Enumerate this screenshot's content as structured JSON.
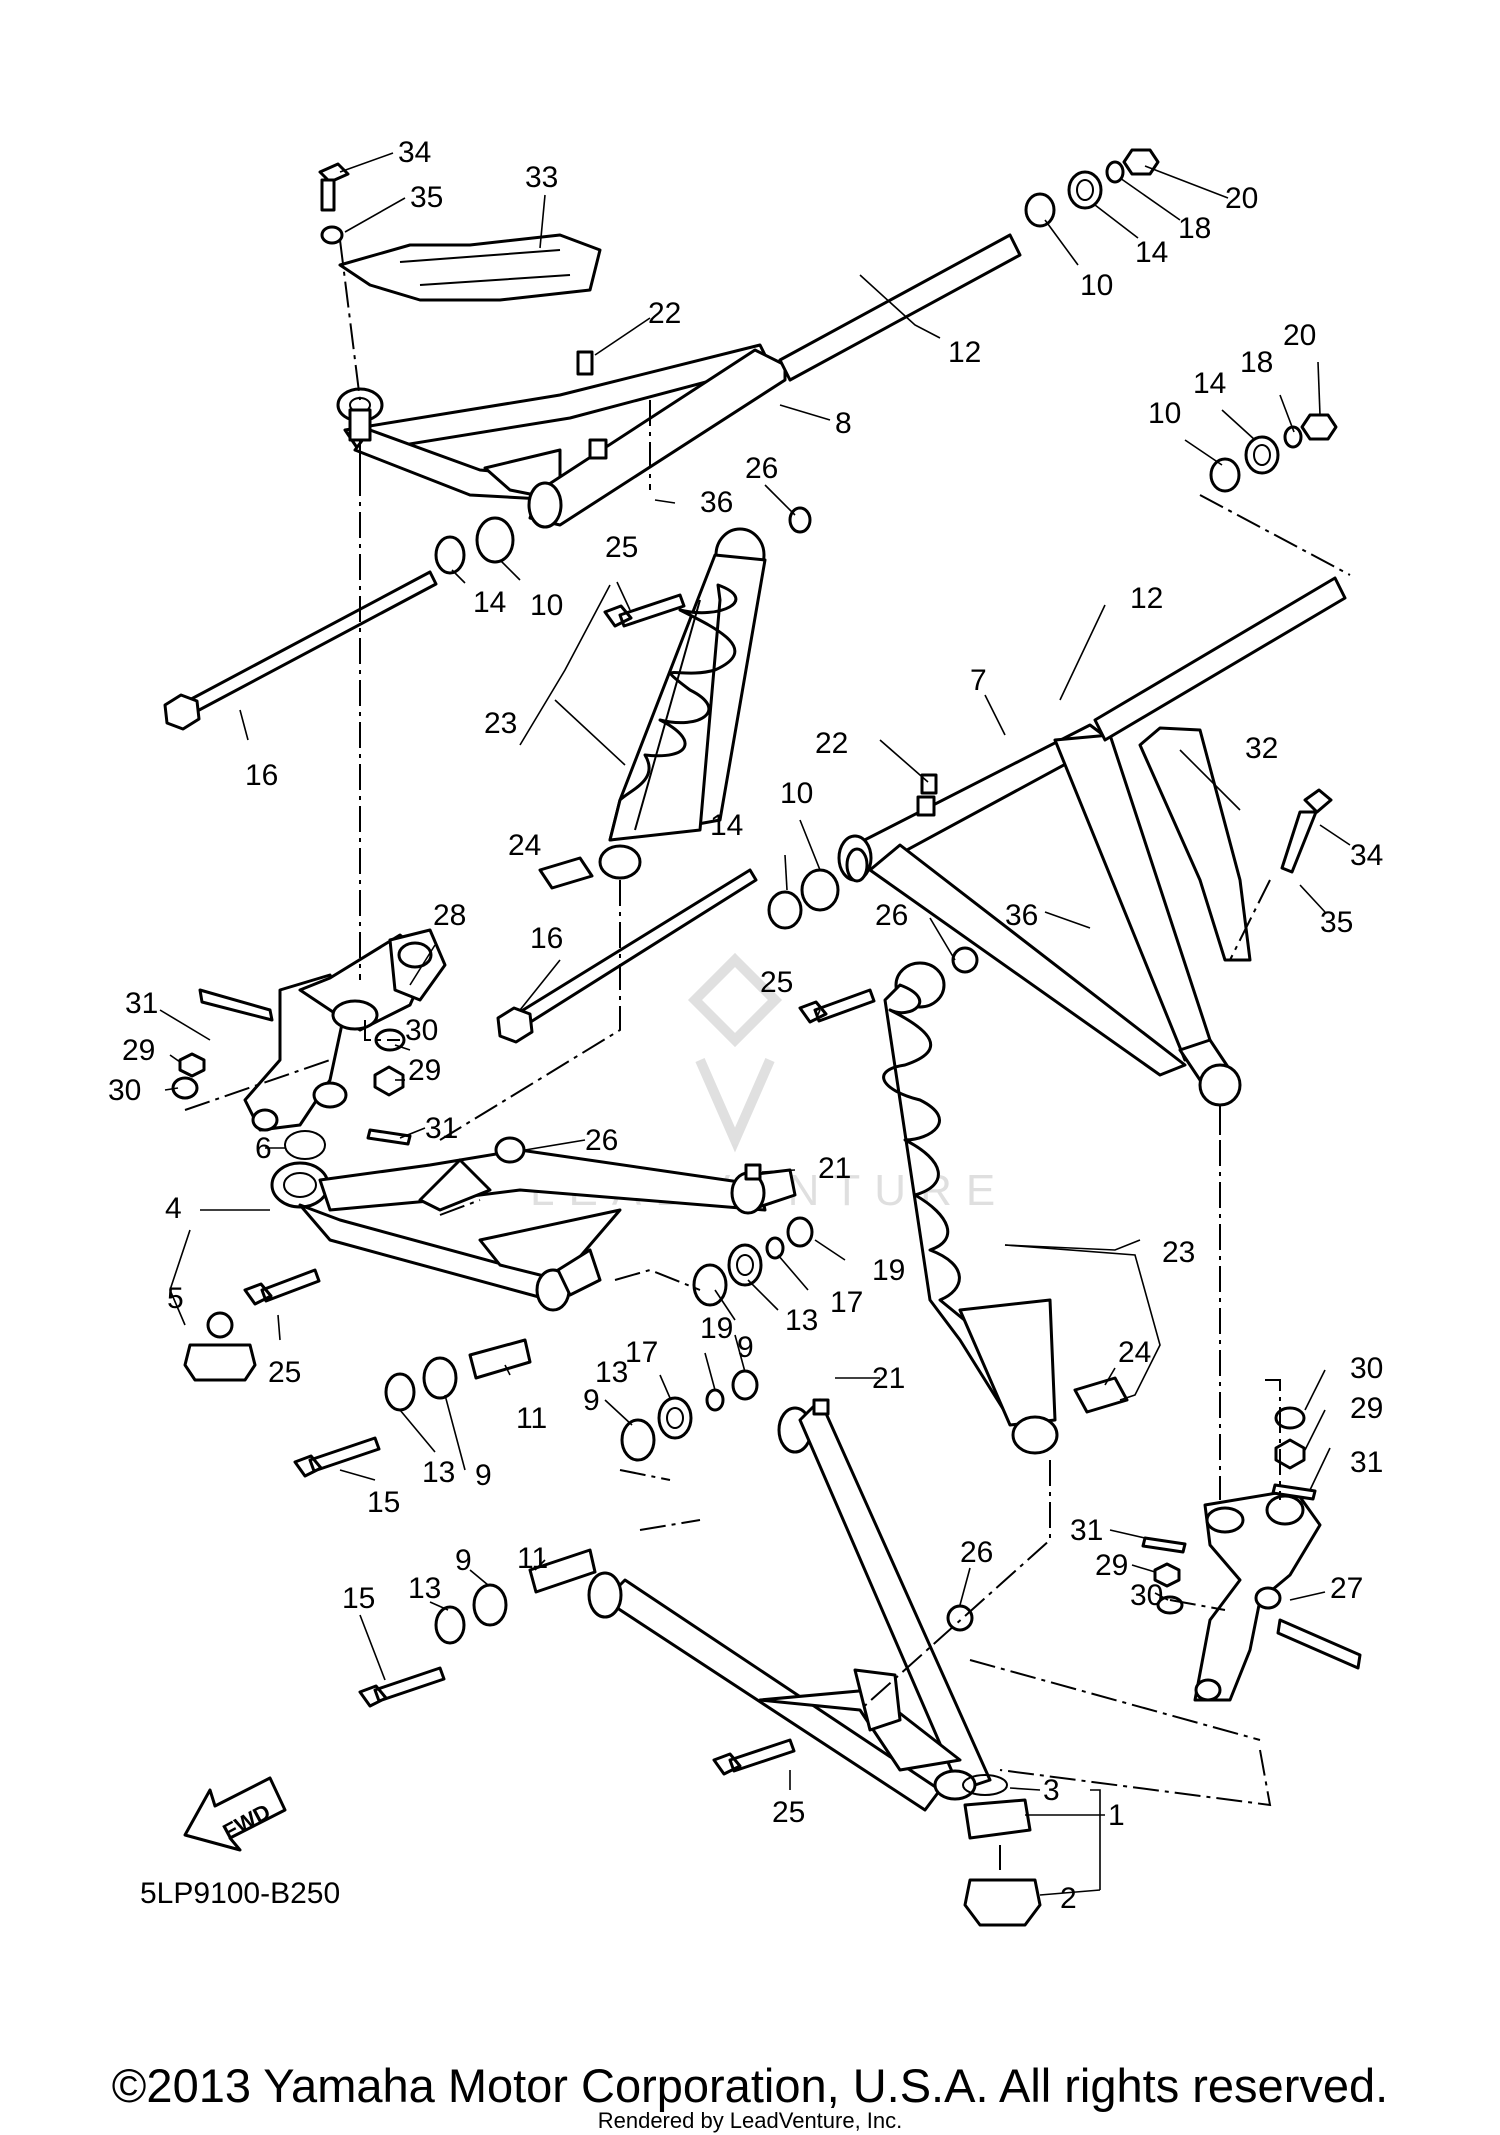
{
  "diagram": {
    "ref_code": "5LP9100-B250",
    "fwd_label": "FWD",
    "watermark_text": "LEADVENTURE",
    "callouts": [
      {
        "n": "34"
      },
      {
        "n": "35"
      },
      {
        "n": "33"
      },
      {
        "n": "22"
      },
      {
        "n": "12"
      },
      {
        "n": "8"
      },
      {
        "n": "20"
      },
      {
        "n": "18"
      },
      {
        "n": "14"
      },
      {
        "n": "10"
      },
      {
        "n": "20"
      },
      {
        "n": "18"
      },
      {
        "n": "14"
      },
      {
        "n": "10"
      },
      {
        "n": "26"
      },
      {
        "n": "36"
      },
      {
        "n": "25"
      },
      {
        "n": "14"
      },
      {
        "n": "10"
      },
      {
        "n": "16"
      },
      {
        "n": "23"
      },
      {
        "n": "24"
      },
      {
        "n": "12"
      },
      {
        "n": "7"
      },
      {
        "n": "22"
      },
      {
        "n": "32"
      },
      {
        "n": "10"
      },
      {
        "n": "14"
      },
      {
        "n": "34"
      },
      {
        "n": "35"
      },
      {
        "n": "36"
      },
      {
        "n": "26"
      },
      {
        "n": "25"
      },
      {
        "n": "16"
      },
      {
        "n": "28"
      },
      {
        "n": "31"
      },
      {
        "n": "29"
      },
      {
        "n": "30"
      },
      {
        "n": "30"
      },
      {
        "n": "29"
      },
      {
        "n": "31"
      },
      {
        "n": "6"
      },
      {
        "n": "26"
      },
      {
        "n": "21"
      },
      {
        "n": "4"
      },
      {
        "n": "5"
      },
      {
        "n": "25"
      },
      {
        "n": "19"
      },
      {
        "n": "17"
      },
      {
        "n": "13"
      },
      {
        "n": "9"
      },
      {
        "n": "23"
      },
      {
        "n": "19"
      },
      {
        "n": "17"
      },
      {
        "n": "13"
      },
      {
        "n": "9"
      },
      {
        "n": "21"
      },
      {
        "n": "11"
      },
      {
        "n": "13"
      },
      {
        "n": "9"
      },
      {
        "n": "15"
      },
      {
        "n": "24"
      },
      {
        "n": "30"
      },
      {
        "n": "29"
      },
      {
        "n": "31"
      },
      {
        "n": "31"
      },
      {
        "n": "29"
      },
      {
        "n": "30"
      },
      {
        "n": "27"
      },
      {
        "n": "26"
      },
      {
        "n": "11"
      },
      {
        "n": "9"
      },
      {
        "n": "13"
      },
      {
        "n": "15"
      },
      {
        "n": "25"
      },
      {
        "n": "3"
      },
      {
        "n": "1"
      },
      {
        "n": "2"
      }
    ]
  },
  "footer": {
    "copyright": "©2013 Yamaha Motor Corporation, U.S.A. All rights reserved.",
    "rendered_by": "Rendered by LeadVenture, Inc."
  }
}
